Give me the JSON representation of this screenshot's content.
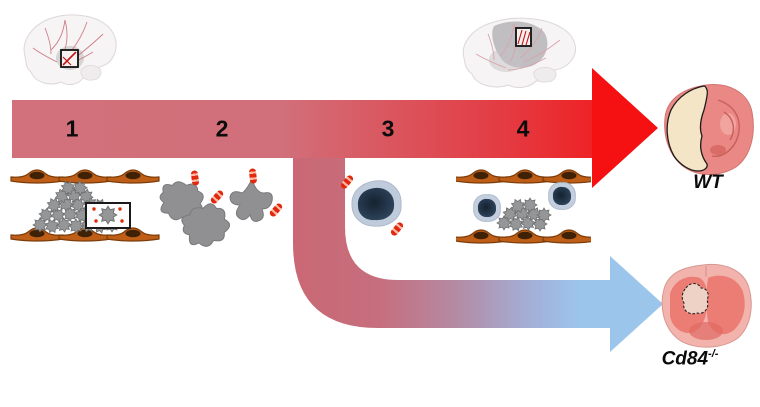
{
  "figure": {
    "stage_numbers": [
      "1",
      "2",
      "3",
      "4"
    ],
    "outcomes": {
      "wt": {
        "label": "WT"
      },
      "cd84": {
        "label": "Cd84",
        "superscript": "-/-"
      }
    },
    "colors": {
      "arrow_salmon": "#d2707b",
      "arrow_red": "#f51111",
      "arrow_blue": "#9cc5ec",
      "branch_mauve": "#b48ba4",
      "endothelium_orange": "#bf5f17",
      "platelet_gray": "#949698",
      "lymphocyte_halo": "#c3cfdf",
      "lymphocyte_nucleus": "#2e4156",
      "granule_red": "#e0290e",
      "infarct_pale": "#f3e5c6",
      "brain_tissue_pink": "#e98884"
    },
    "icons": {
      "brain_left": "brain-lateral-vessels-icon",
      "brain_right": "brain-lateral-infarct-icon",
      "stage1": "vessel-platelet-aggregation-icon",
      "stage2": "activated-platelets-granule-release-icon",
      "stage3": "t-cell-granules-icon",
      "stage4": "vessel-thrombus-t-cell-icon",
      "wt_slice": "wt-brain-slice-icon",
      "cd84_slice": "cd84-brain-slice-icon"
    }
  }
}
